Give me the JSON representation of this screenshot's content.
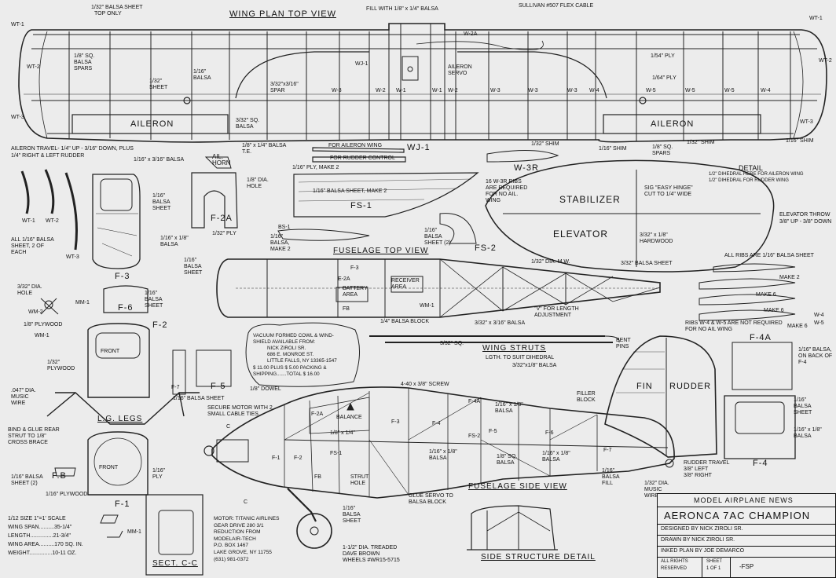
{
  "headings": {
    "wing_plan": "WING PLAN TOP VIEW",
    "fuselage_top": "FUSELAGE  TOP  VIEW",
    "fuselage_side": "FUSELAGE  SIDE  VIEW",
    "side_structure": "SIDE  STRUCTURE  DETAIL",
    "sect_cc": "SECT. C-C",
    "lg_legs": "L.G. LEGS",
    "detail": "DETAIL"
  },
  "wing_labels": {
    "balsa_sheet_top": "1/32\" BALSA SHEET",
    "top_only": "TOP ONLY",
    "fill_with": "FILL WITH 1/8\" x 1/4\" BALSA",
    "sullivan": "SULLIVAN #507 FLEX CABLE",
    "wt1_left": "WT-1",
    "wt1_right": "WT-1",
    "wt2_left": "WT-2",
    "wt2_right": "WT-2",
    "wt3_left": "WT-3",
    "wt3_right": "WT-3",
    "spars": "1/8\" SQ. BALSA SPARS",
    "sheet_132": "1/32\" SHEET",
    "balsa_116": "1/16\" BALSA",
    "spar": "3/32\"x3/16\" SPAR",
    "wj1": "WJ-1",
    "w3": "W-3",
    "w2": "W-2",
    "w1": "W-1",
    "w4": "W-4",
    "w5": "W-5",
    "w2a": "W-2A",
    "aileron_servo": "AILERON SERVO",
    "ply_164": "1/64\" PLY",
    "ply_154": "1/54\" PLY",
    "aileron_left": "AILERON",
    "aileron_right": "AILERON",
    "sq_balsa_332": "3/32\" SQ. BALSA",
    "shim_132": "1/32\" SHIM",
    "shim_116": "1/16\" SHIM",
    "sq_spars_18": "1/8\" SQ. SPARS",
    "te": "1/8\" x 1/4\" BALSA T.E."
  },
  "parts_labels": {
    "aileron_travel": "AILERON TRAVEL- 1/4\" UP - 3/16\" DOWN, PLUS",
    "right_left_rudder": "1/4\" RIGHT & LEFT RUDDER",
    "balsa_116x316": "1/16\" x 3/16\" BALSA",
    "ail_horn": "AIL. HORN",
    "for_aileron_wing": "FOR AILERON WING",
    "wj1_part": "WJ-1",
    "for_rudder_control": "FOR RUDDER CONTROL",
    "ply_make2": "1/16\" PLY, MAKE 2",
    "w3r": "W-3R",
    "w3r_note": "16  W-3R RIBS ARE REQUIRED FOR NO AIL. WING",
    "dia_hole_18": "1/8\" DIA. HOLE",
    "balsa_sheet_116": "1/16\" BALSA SHEET",
    "f2a": "F-2A",
    "ply_132": "1/32\" PLY",
    "fs1": "FS-1",
    "balsa_sheet_make2": "1/16\" BALSA SHEET, MAKE 2",
    "wt1": "WT-1",
    "wt2": "WT-2",
    "all_116": "ALL 1/16\" BALSA SHEET, 2 OF EACH",
    "wt3": "WT-3",
    "f3": "F-3",
    "balsa_116x18": "1/16\" x 1/8\" BALSA",
    "bs1": "BS-1",
    "balsa_make2": "1/16\" BALSA, MAKE 2",
    "balsa_sheet_2": "1/16\" BALSA SHEET (2)",
    "fs2": "FS-2",
    "stabilizer": "STABILIZER",
    "elevator": "ELEVATOR",
    "sig_hinge": "SIG \"EASY HINGE\" CUT TO 1/4\" WIDE",
    "hardwood": "3/32\" x 1/8\" HARDWOOD",
    "elevator_throw": "ELEVATOR THROW",
    "elevator_throw_val": "3/8\" UP - 3/8\" DOWN",
    "dihedral_ail": "1/2\" DIHEDRAL HERE FOR AILERON WING",
    "dihedral_rud": "1/2\" DIHEDRAL FOR RUDDER WING",
    "all_ribs": "ALL RIBS ARE 1/16\" BALSA SHEET",
    "w1_make2": "MAKE 2",
    "w2_make6": "MAKE 6",
    "w3_make6": "MAKE 6",
    "ribs_note": "RIBS W-4 & W-5 ARE NOT REQUIRED FOR NO AIL WING",
    "make6_w4": "MAKE 6",
    "w4": "W-4",
    "w5": "W-5",
    "dia_hole_332": "3/32\" DIA. HOLE",
    "wm2": "WM-2",
    "plywood_18": "1/8\" PLYWOOD",
    "f6": "F-6",
    "f6_sheet": "1/16\" BALSA SHEET",
    "mm1": "MM-1",
    "wm1": "WM-1",
    "f2": "F-2",
    "front": "FRONT",
    "plywood_132": "1/32\" PLYWOOD",
    "music_wire_047": ".047\" DIA. MUSIC WIRE",
    "bind_glue": "BIND & GLUE REAR STRUT TO 1/8\" CROSS BRACE",
    "f7": "F-7",
    "f5": "F-5",
    "f5_sheet": "1/16\" BALSA SHEET",
    "fb": "F.B",
    "fb_sheet": "1/16\" BALSA SHEET (2)",
    "f1": "F-1",
    "ply_116": "1/16\" PLY",
    "plywood_116": "1/16\" PLYWOOD",
    "mm1b": "MM-1",
    "f4a": "F-4A",
    "f4a_note": "1/16\" BALSA, ON BACK OF F-4",
    "f4": "F-4",
    "f4_sheet": "1/16\" BALSA SHEET",
    "balsa_116x18_b": "1/16\" x 1/8\" BALSA"
  },
  "fuselage_labels": {
    "dia_mw": "1/32\" DIA. M.W.",
    "sheet_332": "3/32\" BALSA SHEET",
    "battery": "BATTERY AREA",
    "receiver": "RECEIVER AREA",
    "e2a": "E-2A",
    "f3": "F-3",
    "fb": "FB",
    "wm1": "WM-1",
    "v_adjust": "\"V\" FOR LENGTH ADJUSTMENT",
    "balsa_block": "1/4\" BALSA BLOCK",
    "sheet_left": "1/16\" BALSA SHEET",
    "balsa_332x316": "3/32\" x 3/16\" BALSA",
    "sq_332": "3/32\" SQ.",
    "wing_struts": "WING STRUTS",
    "struts_note": "LGTH. TO SUIT DIHEDRAL",
    "balsa_332x18": "3/32\"x1/8\" BALSA",
    "bent_pins": "BENT PINS",
    "dowel": "1/8\" DOWEL",
    "screw": "4-40 x 3/8\" SCREW",
    "balance": "BALANCE",
    "secure_motor": "SECURE MOTOR WITH 2 SMALL CABLE TIES",
    "balsa_18x14": "1/8\" x 1/4\"",
    "balsa_18sq": "1/8\" SQ. BALSA",
    "balsa_116x18": "1/16\" x 1/8\" BALSA",
    "strut_hole": "STRUT HOLE",
    "glue_servo": "GLUE SERVO TO BALSA BLOCK",
    "sheet_bottom": "1/16\" BALSA SHEET",
    "wheels": "1-1/2\" DIA. TREADED DAVE BROWN WHEELS #WR15-5715",
    "fin": "FIN",
    "rudder": "RUDDER",
    "filler_block": "FILLER BLOCK",
    "rudder_travel": "RUDDER TRAVEL",
    "rudder_left": "3/8\" LEFT",
    "rudder_right": "3/8\" RIGHT",
    "balsa_fill": "1/16\" BALSA FILL",
    "music_wire_132": "1/32\" DIA. MUSIC WIRE",
    "f_labels": [
      "F-1",
      "F-2",
      "F-3",
      "F-4",
      "F-5",
      "F-6",
      "F-7",
      "F-2A",
      "F-4A",
      "FS-1",
      "FS-2",
      "FB"
    ],
    "c_top": "C",
    "c_bottom": "C"
  },
  "vacuum_note": {
    "line1": "VACUUM FORMED COWL & WIND-",
    "line2": "SHIELD AVAILABLE FROM:",
    "line3": "NICK ZIROLI SR.",
    "line4": "686 E. MONROE ST.",
    "line5": "LITTLE FALLS, NY  13365-1547",
    "line6": "$ 11.00  PLUS $ 5.00 PACKING &",
    "line7": "SHIPPING.......TOTAL  $ 16.00"
  },
  "motor_note": {
    "line1": "MOTOR: TITANIC AIRLINES",
    "line2": "GEAR DRIVE 280 3/1",
    "line3": "REDUCTION FROM",
    "line4": "MODELAIR-TECH",
    "line5": "P.O. BOX 1467",
    "line6": "LAKE GROVE, NY 11755",
    "line7": "(631) 981-0372"
  },
  "specs": {
    "scale": "1/12 SIZE  1\"=1' SCALE",
    "wing_span": "WING SPAN..........35-1/4\"",
    "length": "LENGTH...............21-3/4\"",
    "wing_area": "WING AREA..........170 SQ. IN.",
    "weight": "WEIGHT...............10-11 OZ."
  },
  "title_block": {
    "publisher": "MODEL AIRPLANE NEWS",
    "title": "AERONCA 7AC CHAMPION",
    "designed": "DESIGNED BY NICK ZIROLI SR.",
    "drawn": "DRAWN BY NICK ZIROLI SR.",
    "inked": "INKED PLAN BY JOE DEMARCO",
    "rights1": "ALL RIGHTS",
    "rights2": "RESERVED",
    "sheet1": "SHEET",
    "sheet2": "1 OF 1",
    "initials": "-FSP"
  }
}
